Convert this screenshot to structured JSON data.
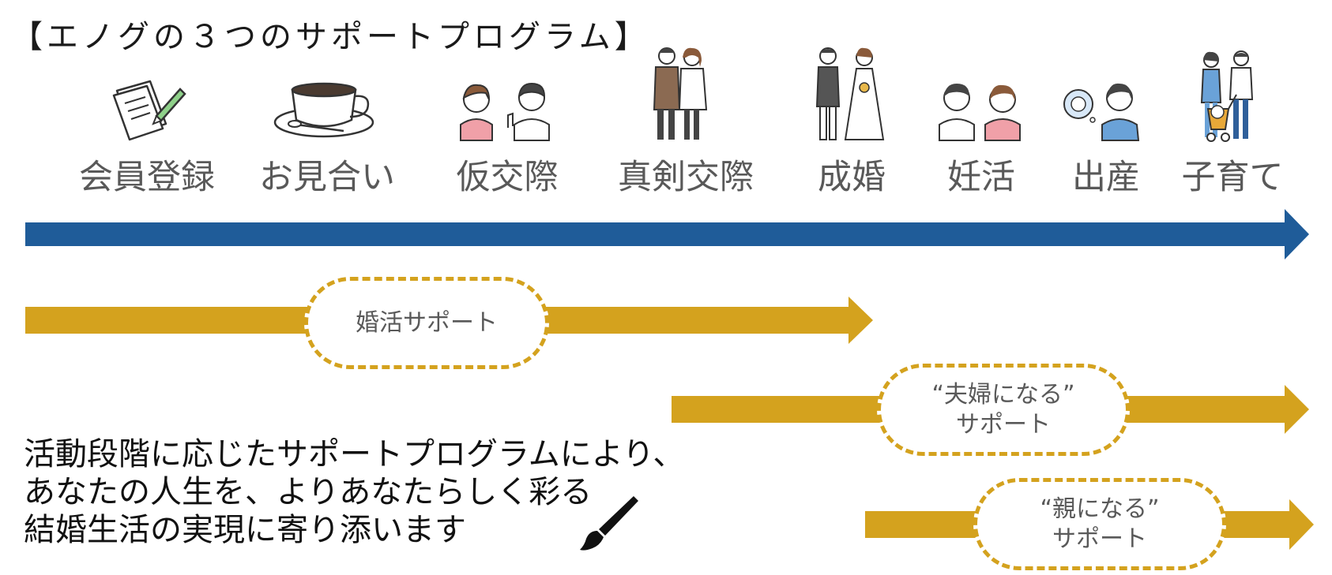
{
  "title": "【エノグの３つのサポートプログラム】",
  "stages": [
    {
      "label": "会員登録",
      "icon": "notepad-pencil-icon"
    },
    {
      "label": "お見合い",
      "icon": "coffee-cup-icon"
    },
    {
      "label": "仮交際",
      "icon": "couple-talking-icon"
    },
    {
      "label": "真剣交際",
      "icon": "couple-standing-icon"
    },
    {
      "label": "成婚",
      "icon": "bride-groom-icon"
    },
    {
      "label": "妊活",
      "icon": "couple-thinking-icon"
    },
    {
      "label": "出産",
      "icon": "pregnant-woman-icon"
    },
    {
      "label": "子育て",
      "icon": "family-stroller-icon"
    }
  ],
  "supports": {
    "konkatsu": {
      "label": "婚活サポート"
    },
    "fufu": {
      "line1": "“夫婦になる”",
      "line2": "サポート"
    },
    "oya": {
      "line1": "“親になる”",
      "line2": "サポート"
    }
  },
  "caption": {
    "line1": "活動段階に応じたサポートプログラムにより、",
    "line2": "あなたの人生を、よりあなたらしく彩る",
    "line3": "結婚生活の実現に寄り添います"
  },
  "colors": {
    "timeline_arrow": "#1f5c99",
    "support_arrow": "#d4a21e",
    "text_gray": "#595959"
  }
}
